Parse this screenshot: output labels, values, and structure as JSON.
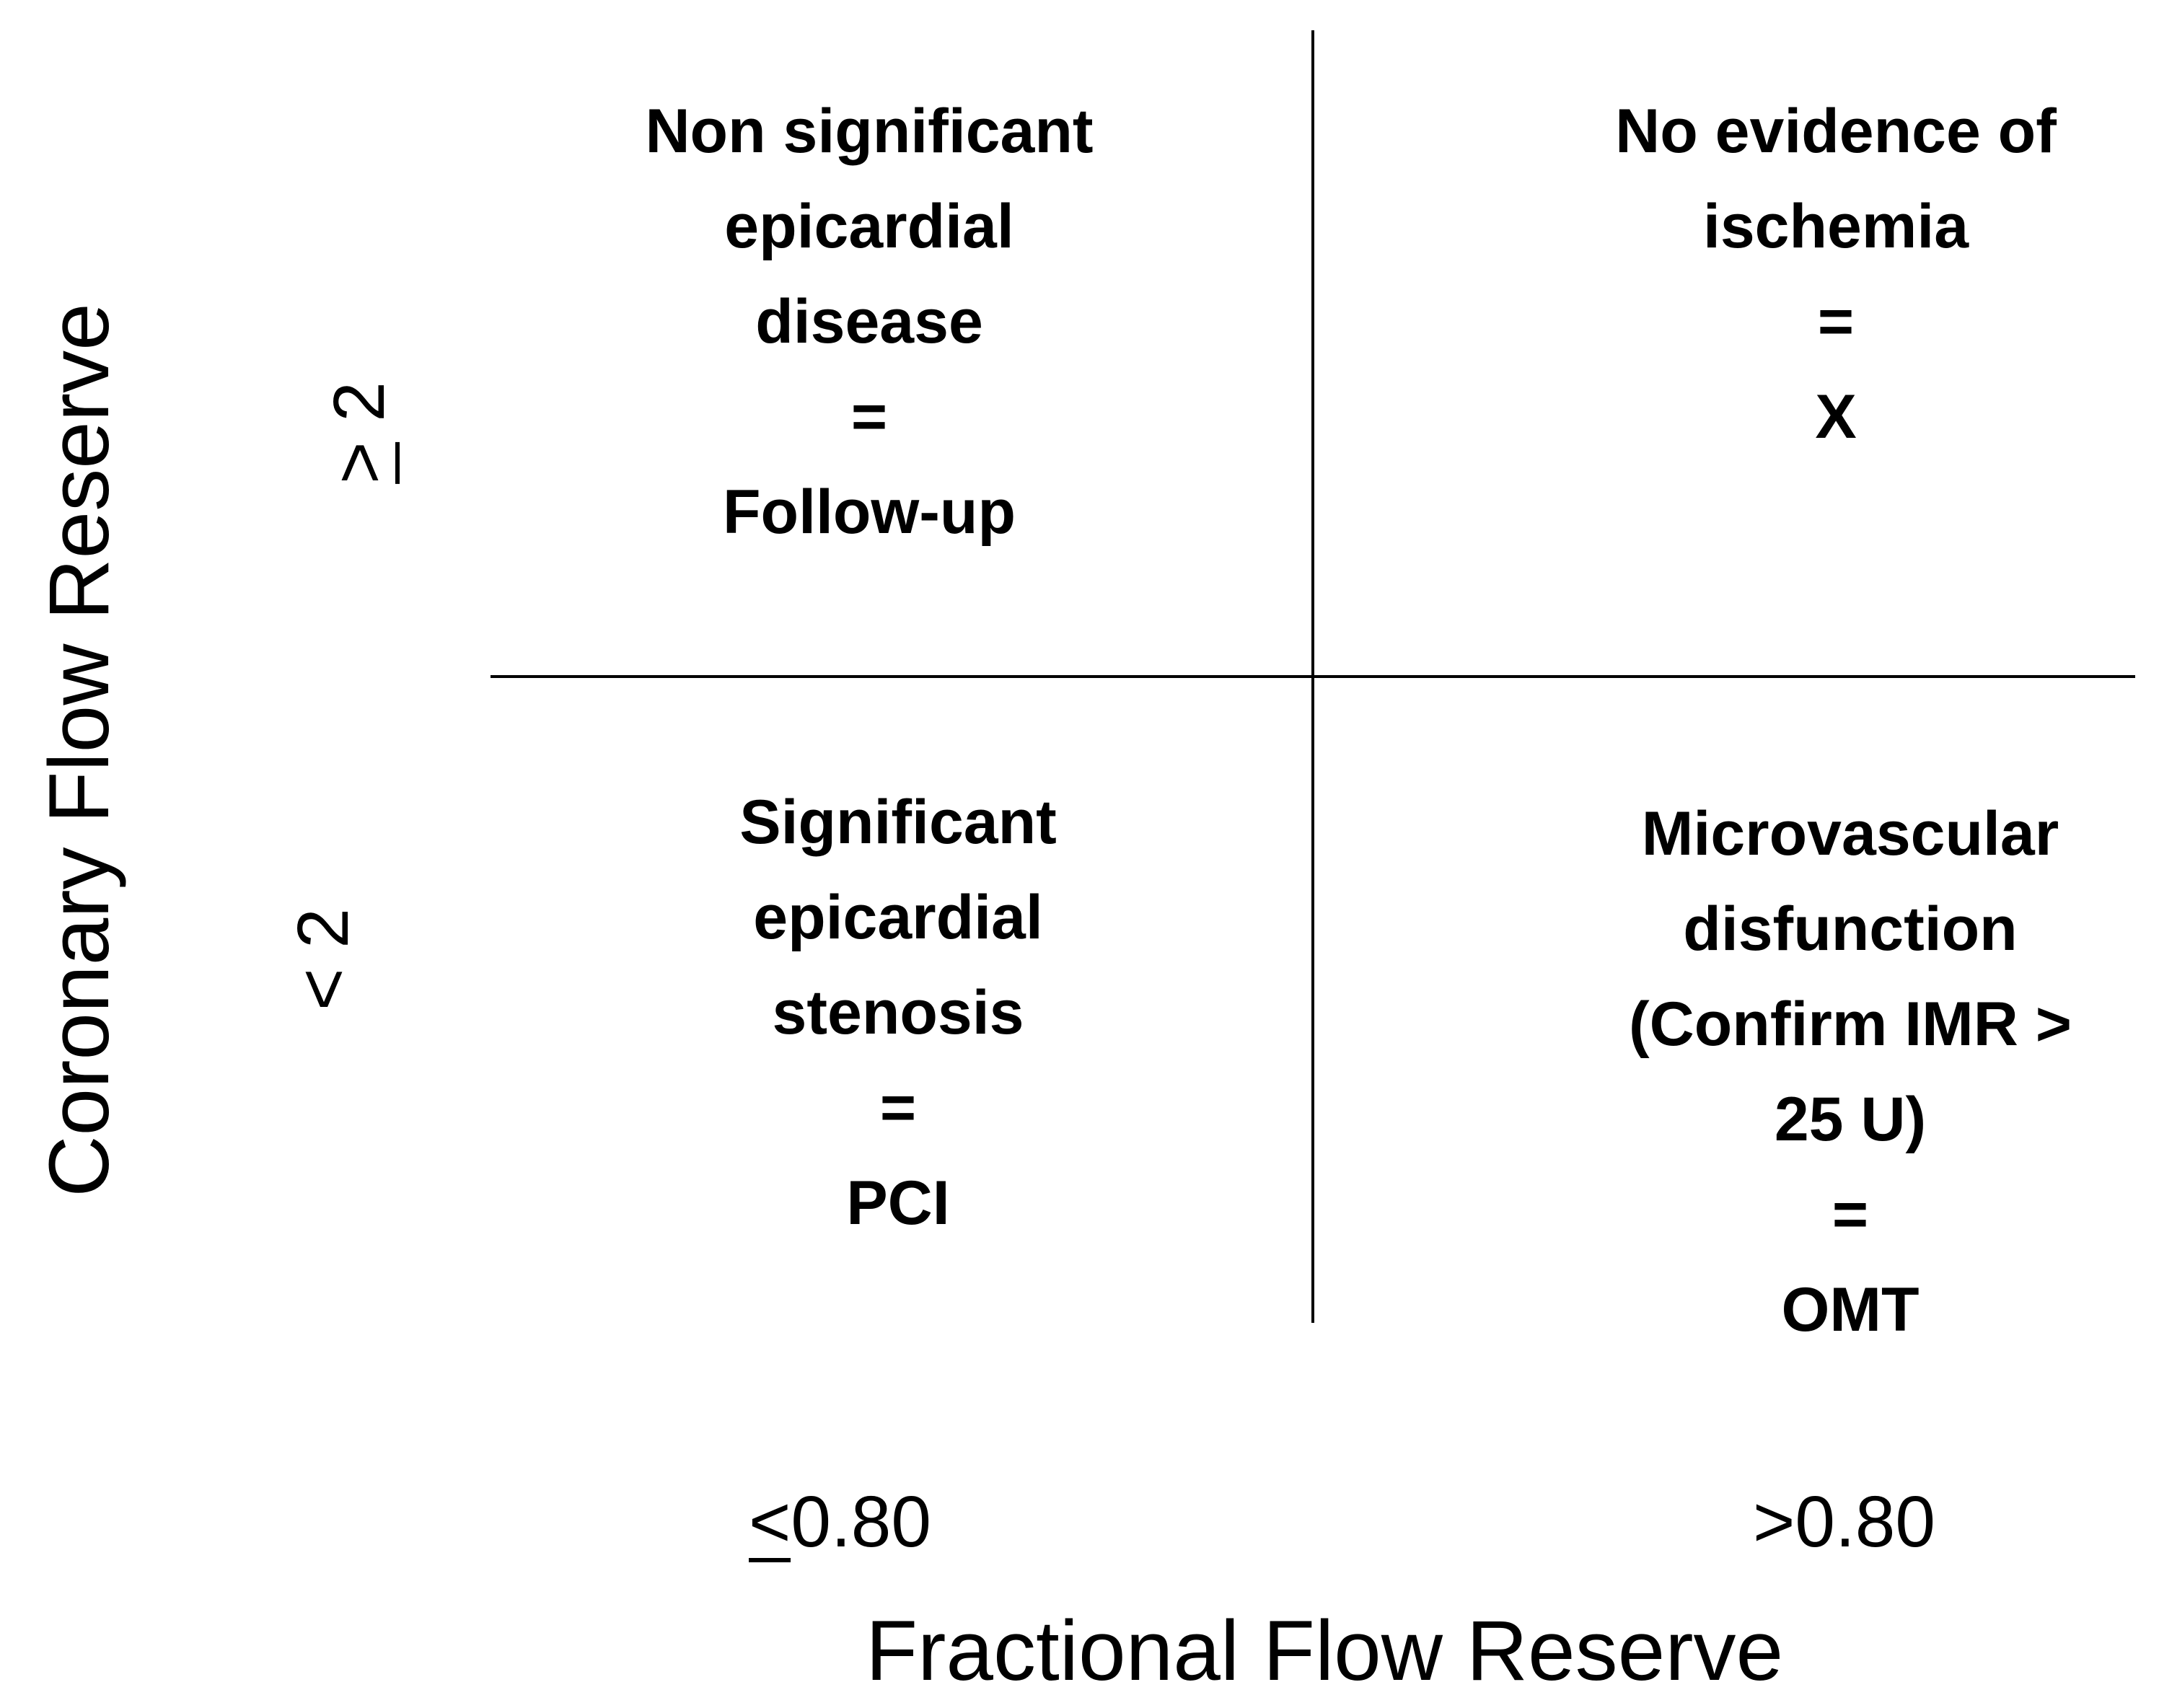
{
  "quadrants": {
    "top_left": [
      "Non significant",
      "epicardial",
      "disease",
      "=",
      "Follow-up"
    ],
    "top_right": [
      "No evidence of",
      "ischemia",
      "=",
      "X"
    ],
    "bottom_left": [
      "Significant",
      "epicardial",
      "stenosis",
      "=",
      "PCI"
    ],
    "bottom_right": [
      "Microvascular",
      "disfunction",
      "(Confirm IMR >",
      "25 U)",
      "=",
      "OMT"
    ]
  },
  "x_axis": {
    "title": "Fractional Flow Reserve",
    "ticks": {
      "left": {
        "symbol": "<",
        "value": "0.80"
      },
      "right": ">0.80"
    }
  },
  "y_axis": {
    "title": "Coronary Flow Reserve",
    "ticks": {
      "top": {
        "symbol": ">",
        "value": " 2"
      },
      "bottom": "< 2"
    }
  }
}
